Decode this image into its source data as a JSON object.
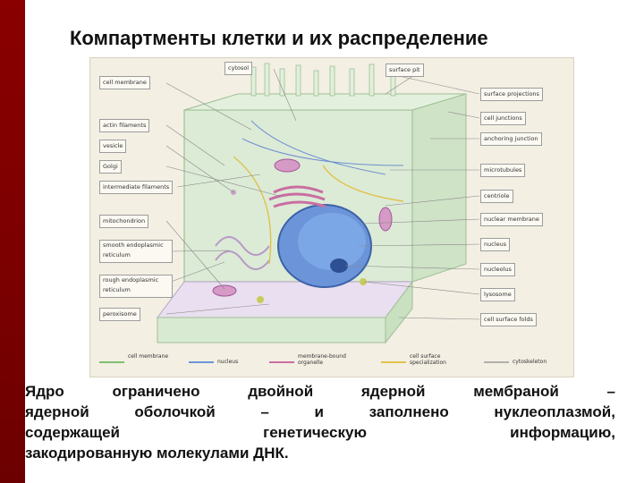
{
  "title": "Компартменты клетки и их распределение",
  "figure": {
    "top_labels": {
      "cytosol": "cytosol",
      "surface_pit": "surface pit"
    },
    "left_labels": [
      "cell membrane",
      "actin filaments",
      "vesicle",
      "Golgi",
      "intermediate filaments",
      "mitochondrion",
      "smooth endoplasmic reticulum",
      "rough endoplasmic reticulum",
      "peroxisome"
    ],
    "right_labels": [
      "surface projections",
      "cell junctions",
      "anchoring junction",
      "microtubules",
      "centriole",
      "nuclear membrane",
      "nucleus",
      "nucleolus",
      "lysosome",
      "cell surface folds"
    ],
    "legend": [
      "cell membrane",
      "nucleus",
      "membrane-bound organelle",
      "cell surface specialization",
      "cytoskeleton"
    ]
  },
  "body": {
    "lines": [
      [
        "Ядро",
        "ограничено",
        "двойной",
        "ядерной",
        "мембраной",
        "–"
      ],
      [
        "ядерной",
        "оболочкой",
        "–",
        "и",
        "заполнено",
        "нуклеоплазмой,"
      ],
      [
        "содержащей",
        "генетическую",
        "информацию,"
      ],
      [
        "закодированную молекулами ДНК."
      ]
    ]
  }
}
